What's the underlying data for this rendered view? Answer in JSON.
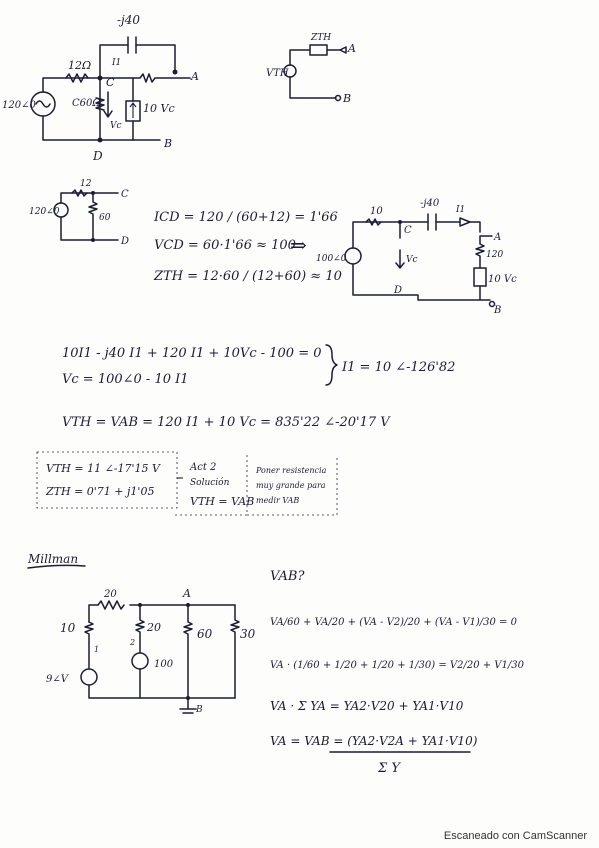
{
  "circuit1": {
    "cap": "-j40",
    "r12": "12Ω",
    "source": "120∠0",
    "cap60": "C60Ω",
    "dep": "10 Vc",
    "ic": "I1",
    "vc": "Vc",
    "nodeC": "C",
    "nodeA": "A",
    "nodeB": "B",
    "nodeD": "D"
  },
  "thevenin_model": {
    "zth": "ZTH",
    "vth": "VTH",
    "a": "A",
    "b": "B"
  },
  "circuit2": {
    "source": "120∠0",
    "r": "12",
    "r60": "60",
    "c": "C",
    "d": "D"
  },
  "equations1": {
    "icd": "ICD = 120 / (60+12) = 1'66",
    "vcd": "VCD = 60·1'66 ≈ 100",
    "zth": "ZTH = 12·60 / (12+60) ≈ 10"
  },
  "circuit3": {
    "r10": "10",
    "cap": "-j40",
    "i1": "I1",
    "r120": "120",
    "dep": "10 Vc",
    "source": "100∠0",
    "c": "C",
    "d": "D",
    "a": "A",
    "b": "B",
    "vc": "Vc"
  },
  "mesh": {
    "eq1": "10I1 - j40 I1 + 120 I1 + 10Vc - 100 = 0",
    "eq2": "Vc = 100∠0 - 10 I1",
    "result": "I1 = 10 ∠-126'82",
    "vth": "VTH = VAB = 120 I1 + 10 Vc = 835'22 ∠-20'17 V"
  },
  "boxes": {
    "vth": "VTH = 11 ∠-17'15  V",
    "zth": "ZTH = 0'71 + j1'05",
    "act_line1": "Act 2",
    "act_line2": "Solución",
    "act_line3": "VTH = VAB",
    "note_line1": "Poner resistencia",
    "note_line2": "muy grande para",
    "note_line3": "medir VAB"
  },
  "millman": {
    "title": "Millman",
    "r20": "20",
    "a": "A",
    "r10": "10",
    "r20b": "20",
    "r60": "60",
    "r30": "30",
    "src1": "9∠V",
    "src2": "100",
    "i1": "1",
    "i2": "2",
    "b": "B"
  },
  "millman_eq": {
    "q": "VAB?",
    "eq1": "VA/60 + VA/20 + (VA - V2)/20 + (VA - V1)/30 = 0",
    "eq2": "VA · (1/60 + 1/20 + 1/20 + 1/30) = V2/20 + V1/30",
    "eq3": "VA · Σ YA = YA2·V20 + YA1·V10",
    "eq4_num": "VA = VAB = (YA2·V2A + YA1·V10)",
    "eq4_den": "Σ Y"
  },
  "footer": "Escaneado con CamScanner"
}
